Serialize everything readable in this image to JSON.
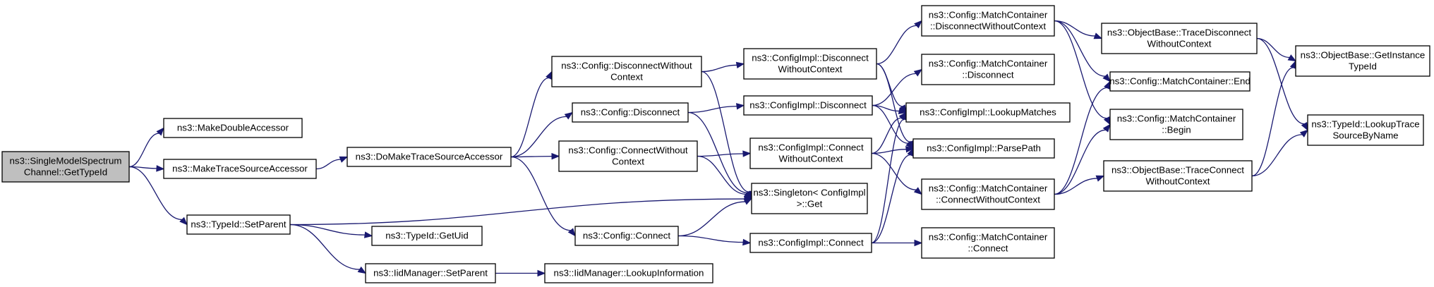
{
  "colors": {
    "edge": "#191970",
    "root_fill": "#bfbfbf",
    "node_fill": "#ffffff",
    "node_border": "#000000"
  },
  "nodes": [
    {
      "id": "root",
      "lines": [
        "ns3::SingleModelSpectrum",
        "Channel::GetTypeId"
      ],
      "root": true
    },
    {
      "id": "makeDouble",
      "lines": [
        "ns3::MakeDoubleAccessor"
      ]
    },
    {
      "id": "makeTrace",
      "lines": [
        "ns3::MakeTraceSourceAccessor"
      ]
    },
    {
      "id": "typeIdSetParent",
      "lines": [
        "ns3::TypeId::SetParent"
      ]
    },
    {
      "id": "doMake",
      "lines": [
        "ns3::DoMakeTraceSourceAccessor"
      ]
    },
    {
      "id": "typeIdGetUid",
      "lines": [
        "ns3::TypeId::GetUid"
      ]
    },
    {
      "id": "iidSetParent",
      "lines": [
        "ns3::IidManager::SetParent"
      ]
    },
    {
      "id": "iidLookup",
      "lines": [
        "ns3::IidManager::LookupInformation"
      ]
    },
    {
      "id": "cfgDisconnectWC",
      "lines": [
        "ns3::Config::DisconnectWithout",
        "Context"
      ]
    },
    {
      "id": "cfgDisconnect",
      "lines": [
        "ns3::Config::Disconnect"
      ]
    },
    {
      "id": "cfgConnectWC",
      "lines": [
        "ns3::Config::ConnectWithout",
        "Context"
      ]
    },
    {
      "id": "cfgConnect",
      "lines": [
        "ns3::Config::Connect"
      ]
    },
    {
      "id": "implDisconnectWC",
      "lines": [
        "ns3::ConfigImpl::Disconnect",
        "WithoutContext"
      ]
    },
    {
      "id": "implDisconnect",
      "lines": [
        "ns3::ConfigImpl::Disconnect"
      ]
    },
    {
      "id": "implConnectWC",
      "lines": [
        "ns3::ConfigImpl::Connect",
        "WithoutContext"
      ]
    },
    {
      "id": "singleton",
      "lines": [
        "ns3::Singleton< ConfigImpl",
        " >::Get"
      ]
    },
    {
      "id": "implConnect",
      "lines": [
        "ns3::ConfigImpl::Connect"
      ]
    },
    {
      "id": "mcDisconnectWC",
      "lines": [
        "ns3::Config::MatchContainer",
        "::DisconnectWithoutContext"
      ]
    },
    {
      "id": "mcDisconnect",
      "lines": [
        "ns3::Config::MatchContainer",
        "::Disconnect"
      ]
    },
    {
      "id": "lookupMatches",
      "lines": [
        "ns3::ConfigImpl::LookupMatches"
      ]
    },
    {
      "id": "parsePath",
      "lines": [
        "ns3::ConfigImpl::ParsePath"
      ]
    },
    {
      "id": "mcConnectWC",
      "lines": [
        "ns3::Config::MatchContainer",
        "::ConnectWithoutContext"
      ]
    },
    {
      "id": "mcConnect",
      "lines": [
        "ns3::Config::MatchContainer",
        "::Connect"
      ]
    },
    {
      "id": "obTraceDisconnectWC",
      "lines": [
        "ns3::ObjectBase::TraceDisconnect",
        "WithoutContext"
      ]
    },
    {
      "id": "mcEnd",
      "lines": [
        "ns3::Config::MatchContainer::End"
      ]
    },
    {
      "id": "mcBegin",
      "lines": [
        "ns3::Config::MatchContainer",
        "::Begin"
      ]
    },
    {
      "id": "obTraceConnectWC",
      "lines": [
        "ns3::ObjectBase::TraceConnect",
        "WithoutContext"
      ]
    },
    {
      "id": "obGetInstance",
      "lines": [
        "ns3::ObjectBase::GetInstance",
        "TypeId"
      ]
    },
    {
      "id": "lookupTraceSource",
      "lines": [
        "ns3::TypeId::LookupTrace",
        "SourceByName"
      ]
    }
  ],
  "edges": [
    [
      "root",
      "makeDouble"
    ],
    [
      "root",
      "makeTrace"
    ],
    [
      "root",
      "typeIdSetParent"
    ],
    [
      "makeTrace",
      "doMake"
    ],
    [
      "typeIdSetParent",
      "singleton"
    ],
    [
      "typeIdSetParent",
      "typeIdGetUid"
    ],
    [
      "typeIdSetParent",
      "iidSetParent"
    ],
    [
      "iidSetParent",
      "iidLookup"
    ],
    [
      "doMake",
      "cfgDisconnectWC"
    ],
    [
      "doMake",
      "cfgDisconnect"
    ],
    [
      "doMake",
      "cfgConnectWC"
    ],
    [
      "doMake",
      "cfgConnect"
    ],
    [
      "cfgDisconnectWC",
      "implDisconnectWC"
    ],
    [
      "cfgDisconnectWC",
      "singleton"
    ],
    [
      "cfgDisconnect",
      "implDisconnect"
    ],
    [
      "cfgDisconnect",
      "singleton"
    ],
    [
      "cfgConnectWC",
      "implConnectWC"
    ],
    [
      "cfgConnectWC",
      "singleton"
    ],
    [
      "cfgConnect",
      "singleton"
    ],
    [
      "cfgConnect",
      "implConnect"
    ],
    [
      "implDisconnectWC",
      "mcDisconnectWC"
    ],
    [
      "implDisconnectWC",
      "lookupMatches"
    ],
    [
      "implDisconnectWC",
      "parsePath"
    ],
    [
      "implDisconnect",
      "mcDisconnect"
    ],
    [
      "implDisconnect",
      "lookupMatches"
    ],
    [
      "implDisconnect",
      "parsePath"
    ],
    [
      "implConnectWC",
      "lookupMatches"
    ],
    [
      "implConnectWC",
      "parsePath"
    ],
    [
      "implConnectWC",
      "mcConnectWC"
    ],
    [
      "implConnect",
      "lookupMatches"
    ],
    [
      "implConnect",
      "parsePath"
    ],
    [
      "implConnect",
      "mcConnect"
    ],
    [
      "mcDisconnectWC",
      "obTraceDisconnectWC"
    ],
    [
      "mcDisconnectWC",
      "mcEnd"
    ],
    [
      "mcDisconnectWC",
      "mcBegin"
    ],
    [
      "mcConnectWC",
      "mcEnd"
    ],
    [
      "mcConnectWC",
      "mcBegin"
    ],
    [
      "mcConnectWC",
      "obTraceConnectWC"
    ],
    [
      "obTraceDisconnectWC",
      "obGetInstance"
    ],
    [
      "obTraceDisconnectWC",
      "lookupTraceSource"
    ],
    [
      "obTraceConnectWC",
      "obGetInstance"
    ],
    [
      "obTraceConnectWC",
      "lookupTraceSource"
    ]
  ]
}
